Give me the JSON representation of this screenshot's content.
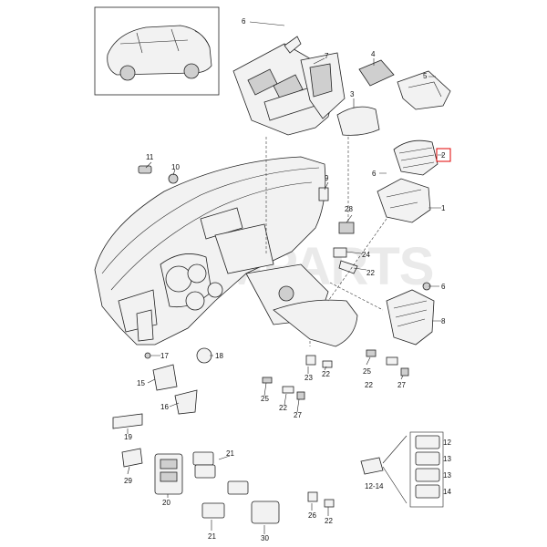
{
  "watermark": {
    "text": "AMPARTS",
    "color": "#d9d9d9"
  },
  "highlight_color": "#e00000",
  "callouts": [
    {
      "id": "c6a",
      "label": "6"
    },
    {
      "id": "c7",
      "label": "7"
    },
    {
      "id": "c4",
      "label": "4"
    },
    {
      "id": "c5",
      "label": "5"
    },
    {
      "id": "c3",
      "label": "3"
    },
    {
      "id": "c2",
      "label": "2",
      "highlight": true
    },
    {
      "id": "c6b",
      "label": "6"
    },
    {
      "id": "c1",
      "label": "1"
    },
    {
      "id": "c11",
      "label": "11"
    },
    {
      "id": "c10",
      "label": "10"
    },
    {
      "id": "c9",
      "label": "9"
    },
    {
      "id": "c28",
      "label": "28"
    },
    {
      "id": "c24",
      "label": "24"
    },
    {
      "id": "c22a",
      "label": "22"
    },
    {
      "id": "c6c",
      "label": "6"
    },
    {
      "id": "c8",
      "label": "8"
    },
    {
      "id": "c17",
      "label": "17"
    },
    {
      "id": "c18",
      "label": "18"
    },
    {
      "id": "c15",
      "label": "15"
    },
    {
      "id": "c16",
      "label": "16"
    },
    {
      "id": "c23",
      "label": "23"
    },
    {
      "id": "c22b",
      "label": "22"
    },
    {
      "id": "c25a",
      "label": "25"
    },
    {
      "id": "c25b",
      "label": "25"
    },
    {
      "id": "c22c",
      "label": "22"
    },
    {
      "id": "c27a",
      "label": "27"
    },
    {
      "id": "c27b",
      "label": "27"
    },
    {
      "id": "c22d",
      "label": "22"
    },
    {
      "id": "c19",
      "label": "19"
    },
    {
      "id": "c21a",
      "label": "21"
    },
    {
      "id": "c29",
      "label": "29"
    },
    {
      "id": "c20",
      "label": "20"
    },
    {
      "id": "c21b",
      "label": "21"
    },
    {
      "id": "c30",
      "label": "30"
    },
    {
      "id": "c26",
      "label": "26"
    },
    {
      "id": "c22e",
      "label": "22"
    },
    {
      "id": "c12",
      "label": "12"
    },
    {
      "id": "c13a",
      "label": "13"
    },
    {
      "id": "c13b",
      "label": "13"
    },
    {
      "id": "c14",
      "label": "14"
    },
    {
      "id": "c1214",
      "label": "12-14"
    }
  ]
}
